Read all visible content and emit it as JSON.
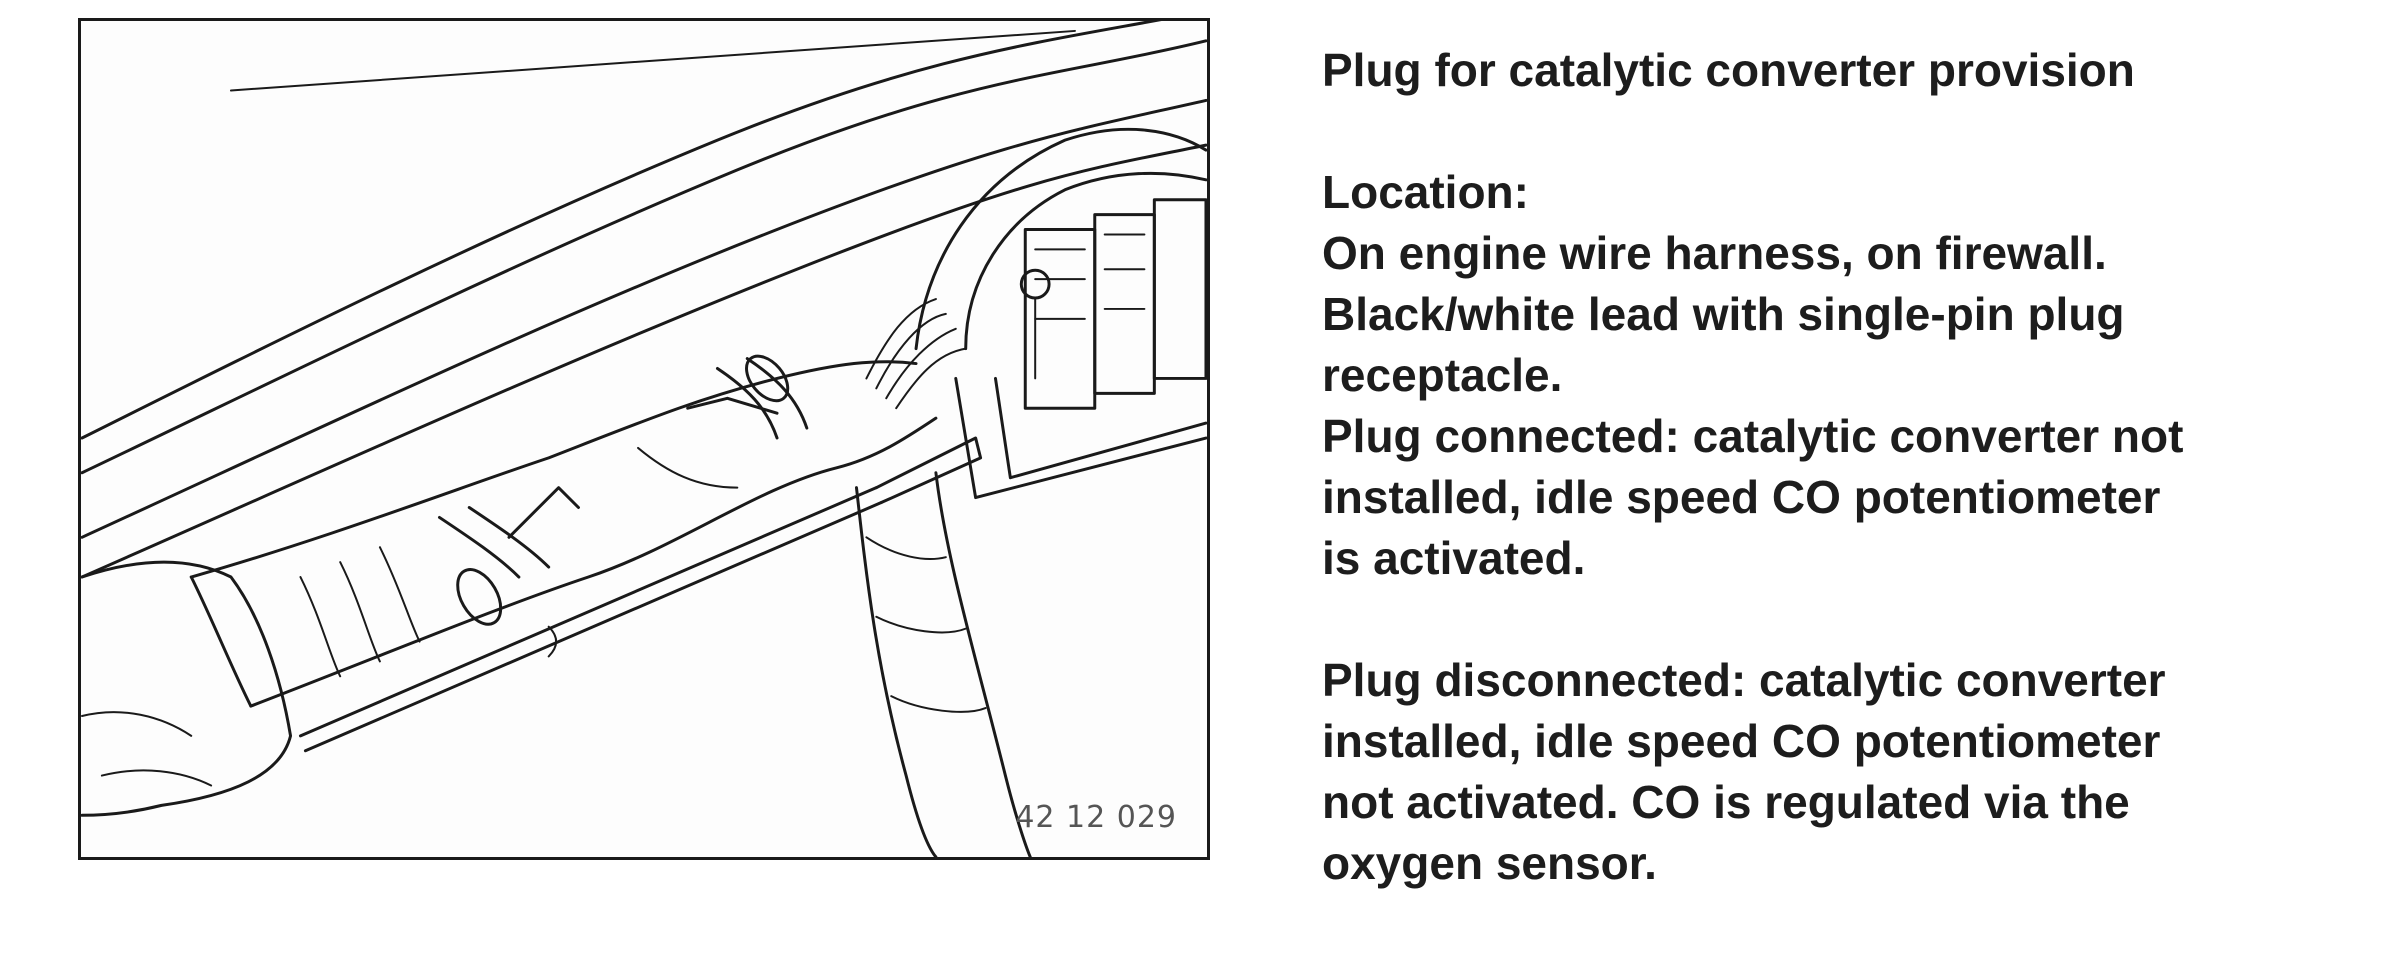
{
  "figure": {
    "number": "42 12 029"
  },
  "text": {
    "heading": "Plug for catalytic converter provision",
    "location_label": "Location:",
    "location_lines": [
      "On engine wire harness, on firewall.",
      "Black/white lead with single-pin plug",
      "receptacle.",
      "Plug connected: catalytic converter not",
      "installed, idle speed CO potentiometer",
      "is activated."
    ],
    "disconnected_lines": [
      "Plug disconnected: catalytic converter",
      "installed, idle speed CO potentiometer",
      "not activated. CO is regulated via the",
      "oxygen sensor."
    ]
  }
}
